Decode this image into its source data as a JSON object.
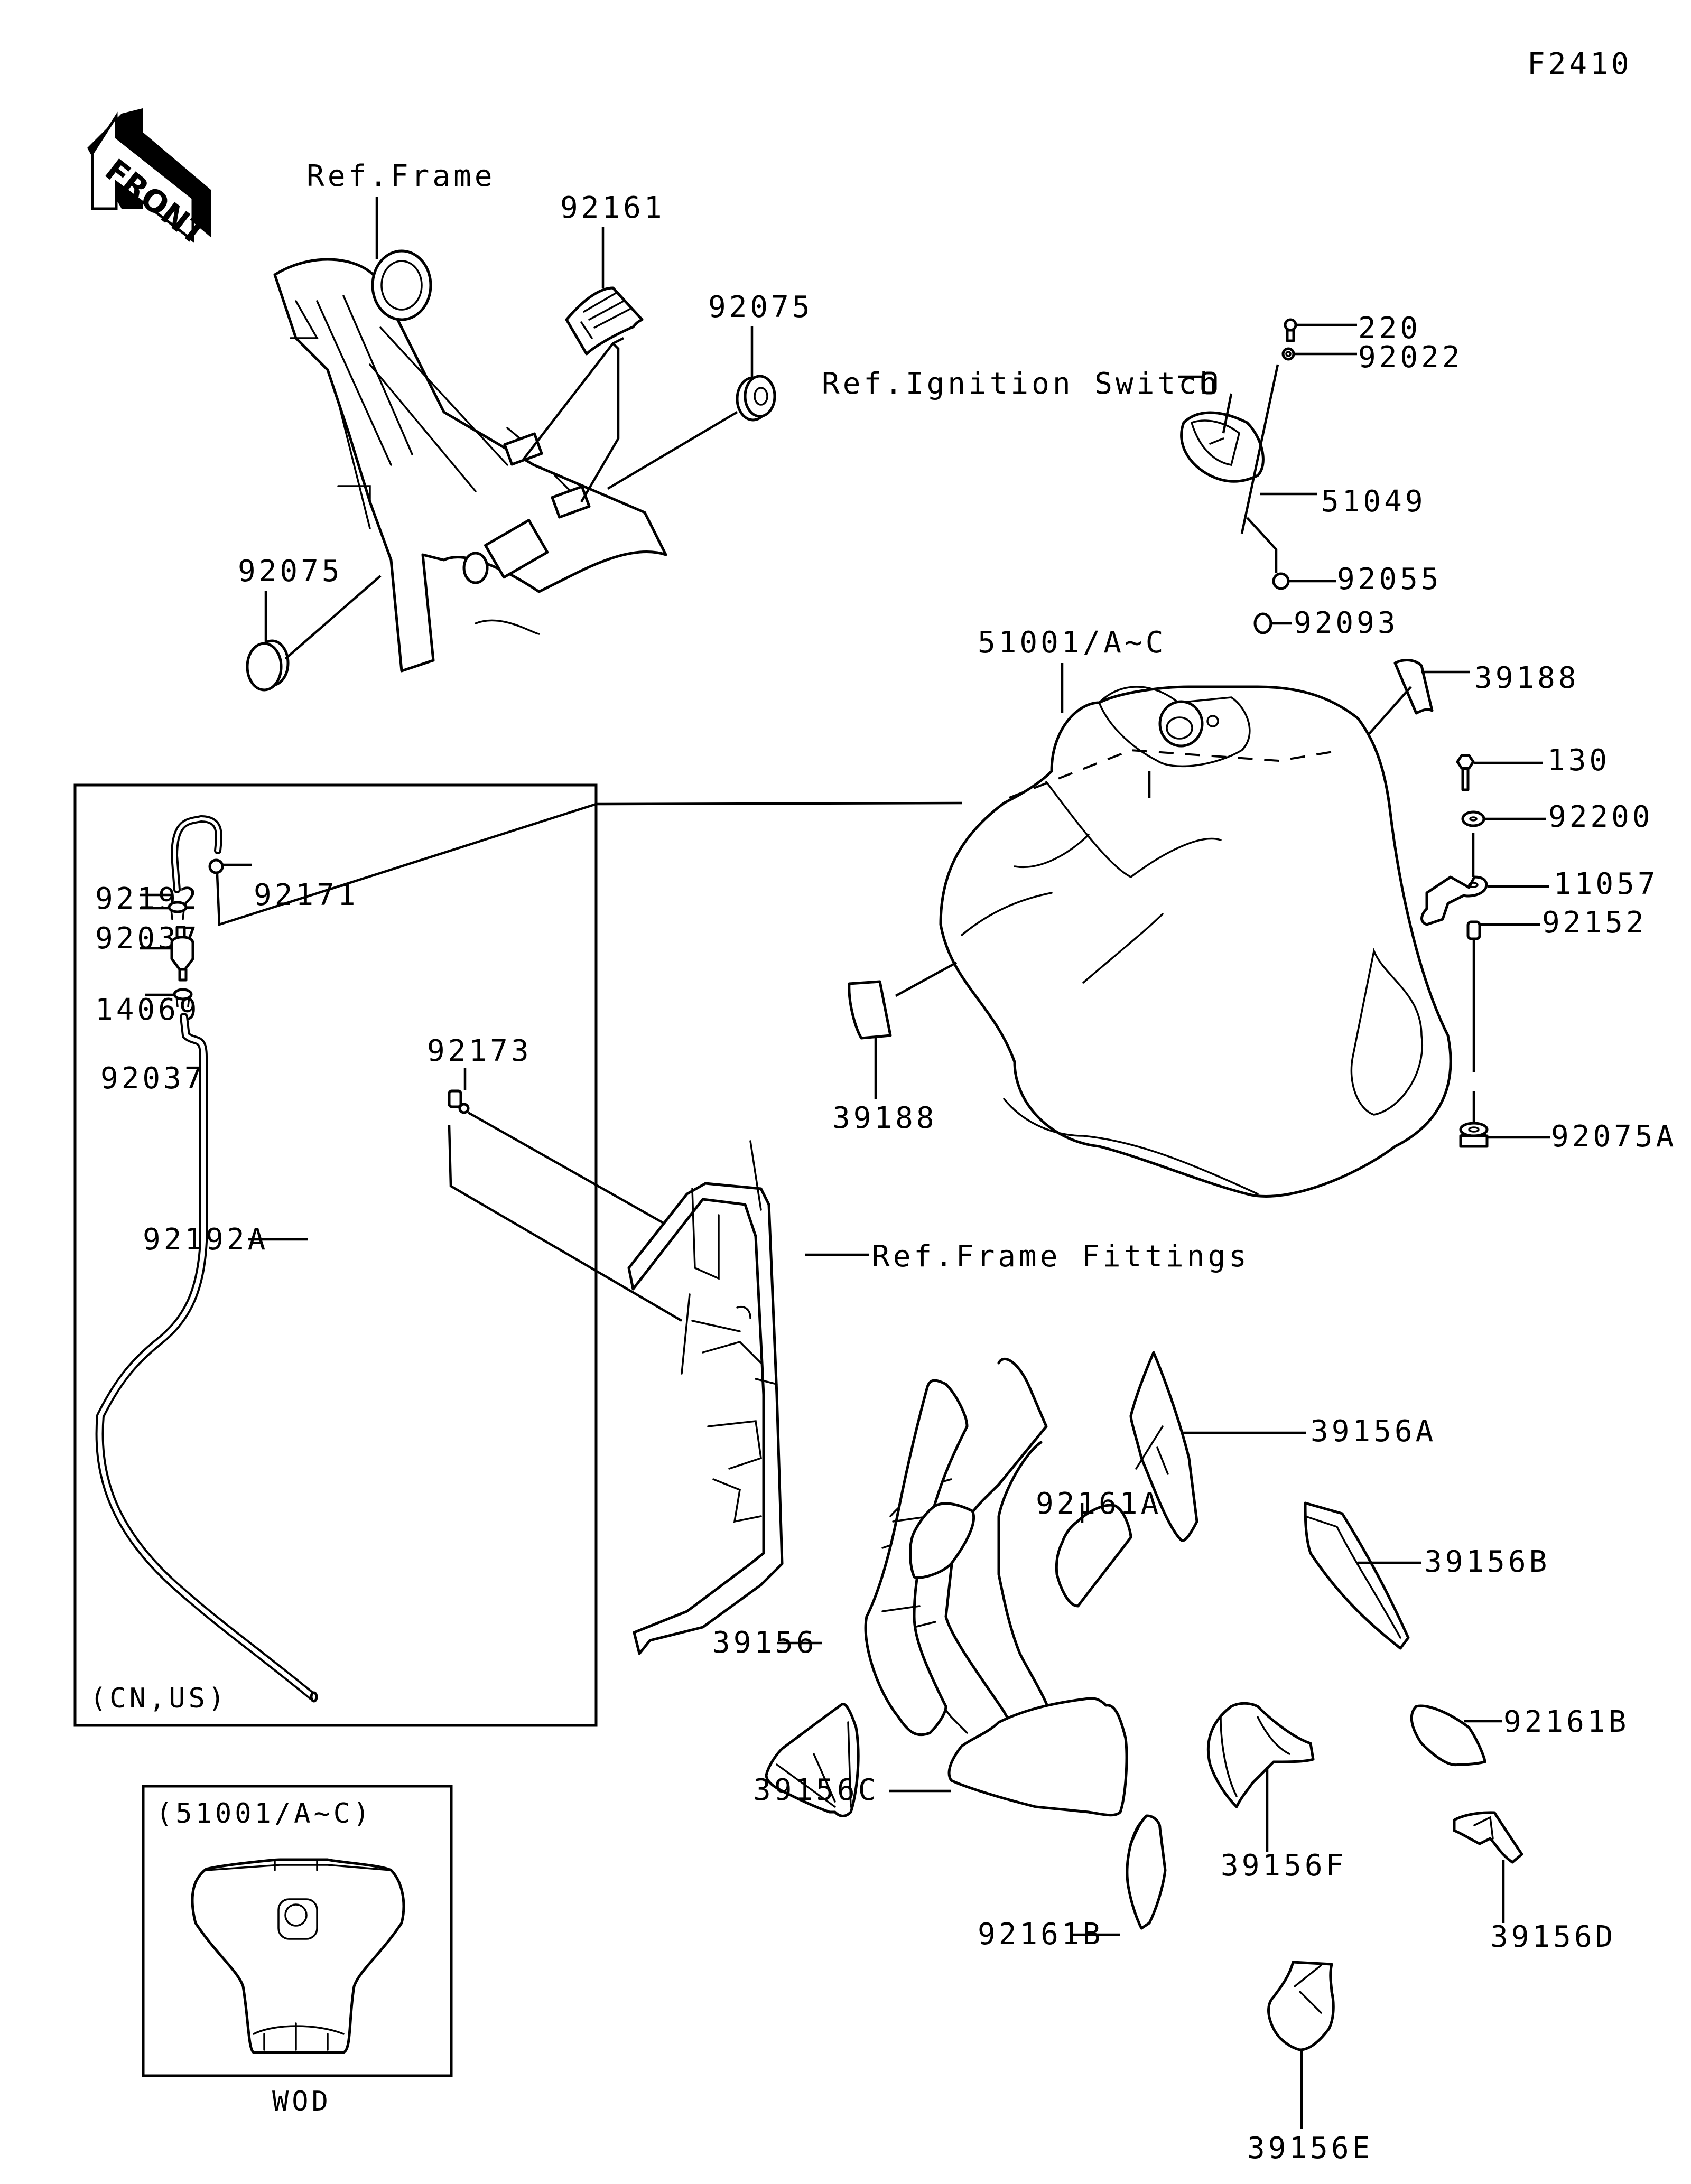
{
  "diagram": {
    "figure_code": "F2410",
    "front_indicator": "FRONT",
    "references": {
      "frame": "Ref.Frame",
      "ignition_switch": "Ref.Ignition Switch",
      "frame_fittings": "Ref.Frame Fittings"
    },
    "parts": {
      "p92161": "92161",
      "p92075_upper": "92075",
      "p92075_lower": "92075",
      "p220": "220",
      "p92022": "92022",
      "p51049": "51049",
      "p92055": "92055",
      "p92093": "92093",
      "p51001": "51001/A~C",
      "p39188_top": "39188",
      "p130": "130",
      "p92200": "92200",
      "p11057": "11057",
      "p92152": "92152",
      "p39188_side": "39188",
      "p92075A": "92075A",
      "p92192": "92192",
      "p92171": "92171",
      "p92037_upper": "92037",
      "p14069": "14069",
      "p92037_lower": "92037",
      "p92173": "92173",
      "p92192A": "92192A",
      "p39156": "39156",
      "p39156A": "39156A",
      "p92161A": "92161A",
      "p39156B": "39156B",
      "p92161B_right": "92161B",
      "p39156C": "39156C",
      "p39156F": "39156F",
      "p39156D": "39156D",
      "p92161B_lower": "92161B",
      "p39156E": "39156E"
    },
    "inset_cn_us": {
      "region_label": "(CN,US)"
    },
    "inset_wod": {
      "part_label": "(51001/A~C)",
      "caption": "WOD"
    }
  }
}
